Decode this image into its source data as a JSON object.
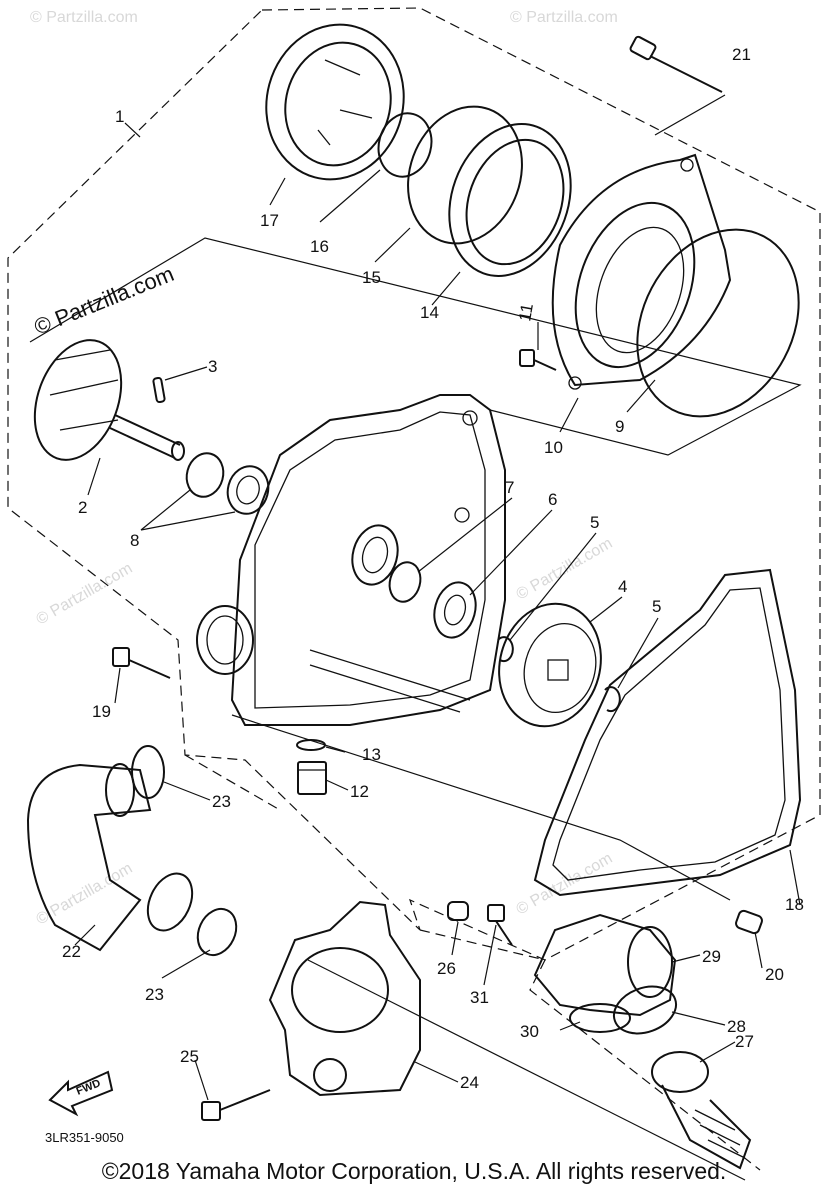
{
  "watermark_main": "© Partzilla.com",
  "watermark_faint": "© Partzilla.com",
  "diagram_code": "3LR351-9050",
  "fwd_label": "FWD",
  "copyright": "©2018 Yamaha Motor Corporation, U.S.A. All rights reserved.",
  "callouts": [
    "1",
    "2",
    "3",
    "4",
    "5",
    "5",
    "6",
    "7",
    "8",
    "9",
    "10",
    "11",
    "12",
    "13",
    "14",
    "15",
    "16",
    "17",
    "18",
    "19",
    "20",
    "21",
    "22",
    "23",
    "23",
    "24",
    "25",
    "26",
    "27",
    "28",
    "29",
    "30",
    "31"
  ]
}
